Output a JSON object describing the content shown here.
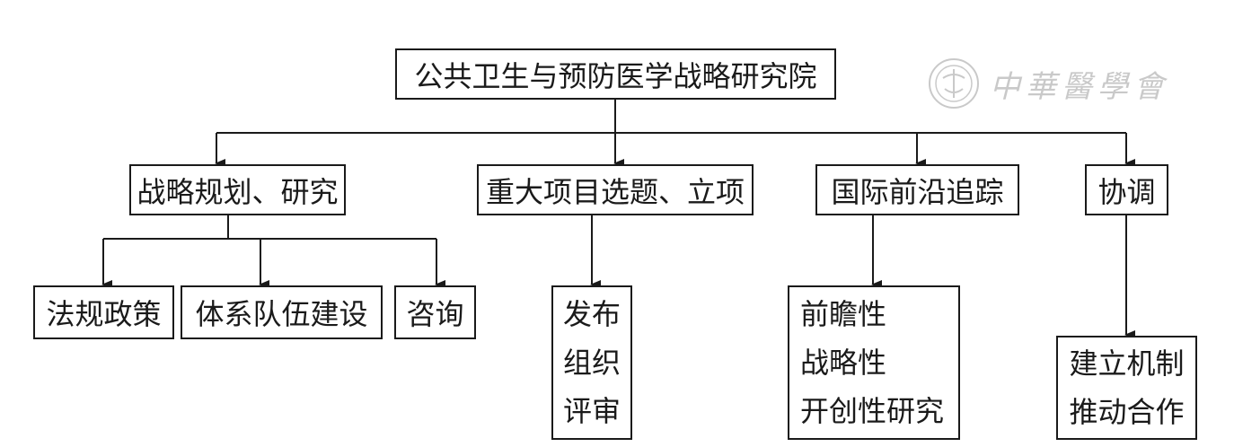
{
  "root": {
    "label": "公共卫生与预防医学战略研究院"
  },
  "branches": [
    {
      "label": "战略规划、研究",
      "children": [
        "法规政策",
        "体系队伍建设",
        "咨询"
      ]
    },
    {
      "label": "重大项目选题、立项",
      "children": [
        [
          "发布",
          "组织",
          "评审"
        ]
      ]
    },
    {
      "label": "国际前沿追踪",
      "children": [
        [
          "前瞻性",
          "战略性",
          "开创性研究"
        ]
      ]
    },
    {
      "label": "协调",
      "children": [
        [
          "建立机制",
          "推动合作"
        ]
      ]
    }
  ],
  "watermark": {
    "text": "中華醫學會",
    "icon": "society-seal-icon"
  },
  "colors": {
    "line": "#1a1a1a",
    "background": "#ffffff"
  }
}
